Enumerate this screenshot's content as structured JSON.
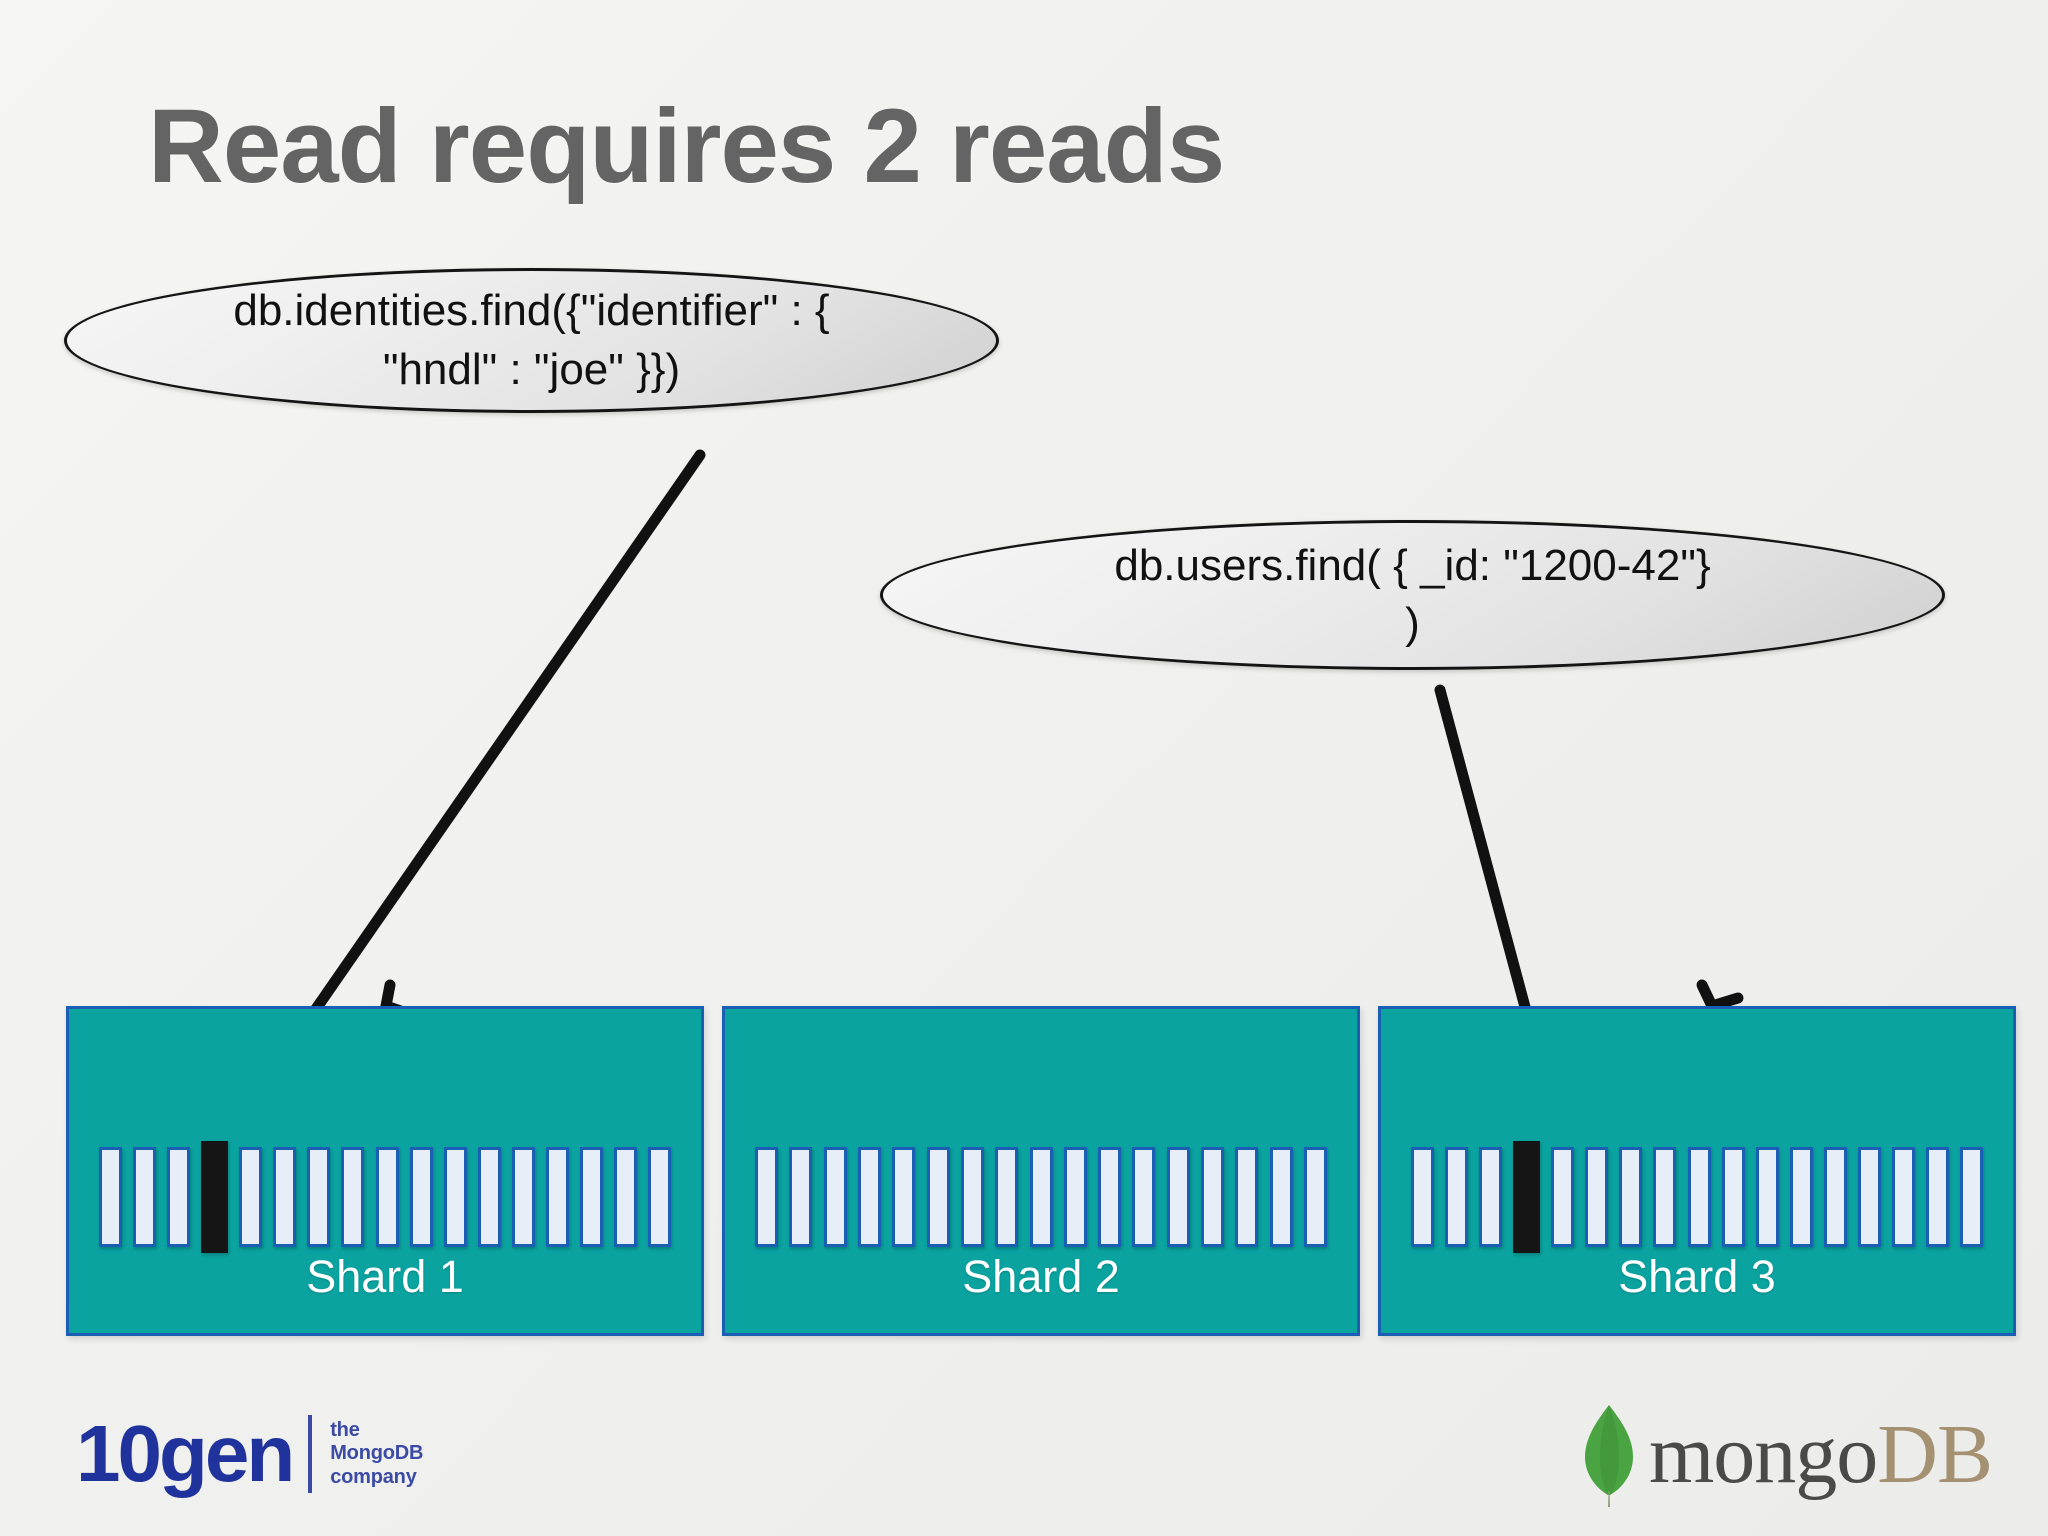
{
  "slide": {
    "title": "Read requires 2 reads",
    "background_color": "#f2f2f0",
    "title_color": "#646464"
  },
  "callouts": [
    {
      "name": "identities-query",
      "text": "db.identities.find({\"identifier\" : {\n\"hndl\" : \"joe\" }})",
      "target_shard": "Shard 1"
    },
    {
      "name": "users-query",
      "text": "db.users.find( { _id: \"1200-42\"}\n)",
      "target_shard": "Shard 3"
    }
  ],
  "shards": [
    {
      "label": "Shard 1",
      "chunk_count": 17,
      "highlighted_chunk_index": 3,
      "fill_color": "#0aa3a0",
      "border_color": "#1a5fb4"
    },
    {
      "label": "Shard 2",
      "chunk_count": 17,
      "highlighted_chunk_index": -1,
      "fill_color": "#0aa3a0",
      "border_color": "#1a5fb4"
    },
    {
      "label": "Shard 3",
      "chunk_count": 17,
      "highlighted_chunk_index": 3,
      "fill_color": "#0aa3a0",
      "border_color": "#1a5fb4"
    }
  ],
  "chunk_colors": {
    "normal": "#e8eef8",
    "highlighted": "#151515"
  },
  "footer": {
    "tengen": {
      "wordmark": "10gen",
      "tagline": "the\nMongoDB\ncompany",
      "color": "#20329b"
    },
    "mongodb": {
      "word_primary": "mongo",
      "word_secondary": "DB",
      "leaf_color": "#4aa442",
      "primary_color": "#4a4a48",
      "secondary_color": "#a39171"
    }
  }
}
